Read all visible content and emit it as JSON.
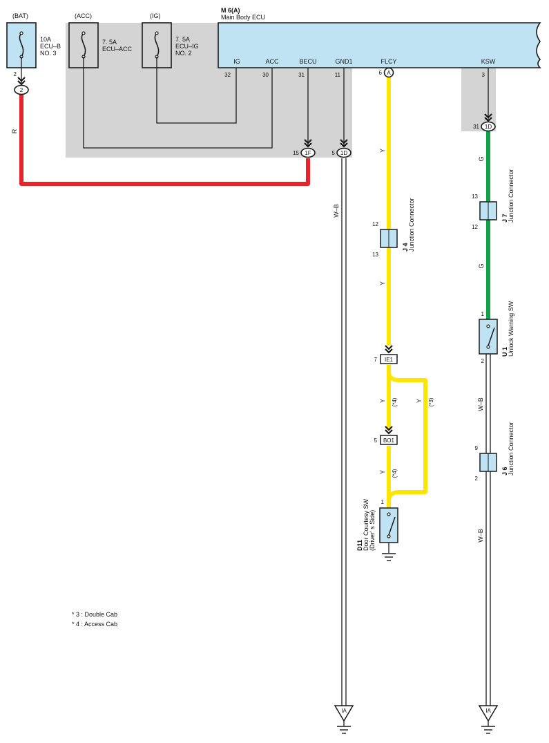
{
  "colors": {
    "panel_gray": "#d4d4d4",
    "ecu_fill": "#bfe3f2",
    "wire_red": "#e8232a",
    "wire_yellow": "#ffe500",
    "wire_green": "#12a14b",
    "wire_wb": "#ffffff",
    "outline": "#1a1a1a"
  },
  "fuses": {
    "bat": {
      "source": "(BAT)",
      "rating": "10A",
      "name1": "ECU–B",
      "name2": "NO. 3",
      "pin": "2",
      "conn": "2"
    },
    "acc": {
      "source": "(ACC)",
      "rating": "7. 5A",
      "name1": "ECU–ACC"
    },
    "ig": {
      "source": "(IG)",
      "rating": "7. 5A",
      "name1": "ECU–IG",
      "name2": "NO. 2"
    }
  },
  "ecu": {
    "code": "M 6(A)",
    "name": "Main Body ECU",
    "pins": [
      {
        "label": "IG",
        "num": "32"
      },
      {
        "label": "ACC",
        "num": "30"
      },
      {
        "label": "BECU",
        "num": "31"
      },
      {
        "label": "GND1",
        "num": "11"
      },
      {
        "label": "FLCY",
        "num": "6"
      },
      {
        "label": "KSW",
        "num": "3"
      }
    ],
    "flcy_conn": "A"
  },
  "wires": {
    "red": "R",
    "wb": "W–B",
    "yellow": "Y",
    "green": "G"
  },
  "connectors": {
    "becu": {
      "pin": "15",
      "conn": "1F"
    },
    "gnd1": {
      "pin": "5",
      "conn": "1D"
    },
    "ksw": {
      "pin": "31",
      "conn": "1D"
    },
    "ie1": {
      "pin": "7",
      "conn": "IE1"
    },
    "bo1": {
      "pin": "5",
      "conn": "BO1"
    }
  },
  "junctions": {
    "j4": {
      "code": "J 4",
      "name": "Junction Connector",
      "pin_top": "12",
      "pin_bot": "13"
    },
    "j7": {
      "code": "J 7",
      "name": "Junction Connector",
      "pin_top": "13",
      "pin_bot": "12"
    },
    "j6": {
      "code": "J 6",
      "name": "Junction Connector",
      "pin_top": "9",
      "pin_bot": "2"
    }
  },
  "switches": {
    "u1": {
      "code": "U 1",
      "name": "Unlock Warning SW",
      "pin_top": "1",
      "pin_bot": "2"
    },
    "d11": {
      "code": "D11",
      "name1": "Door Courtesy SW",
      "name2": "(Driver' s Side)",
      "pin": "1"
    }
  },
  "variants": {
    "v4": "(*4)",
    "v3": "(*3)"
  },
  "ground_label": "IA",
  "notes": [
    "* 3 : Double Cab",
    "* 4 : Access Cab"
  ]
}
